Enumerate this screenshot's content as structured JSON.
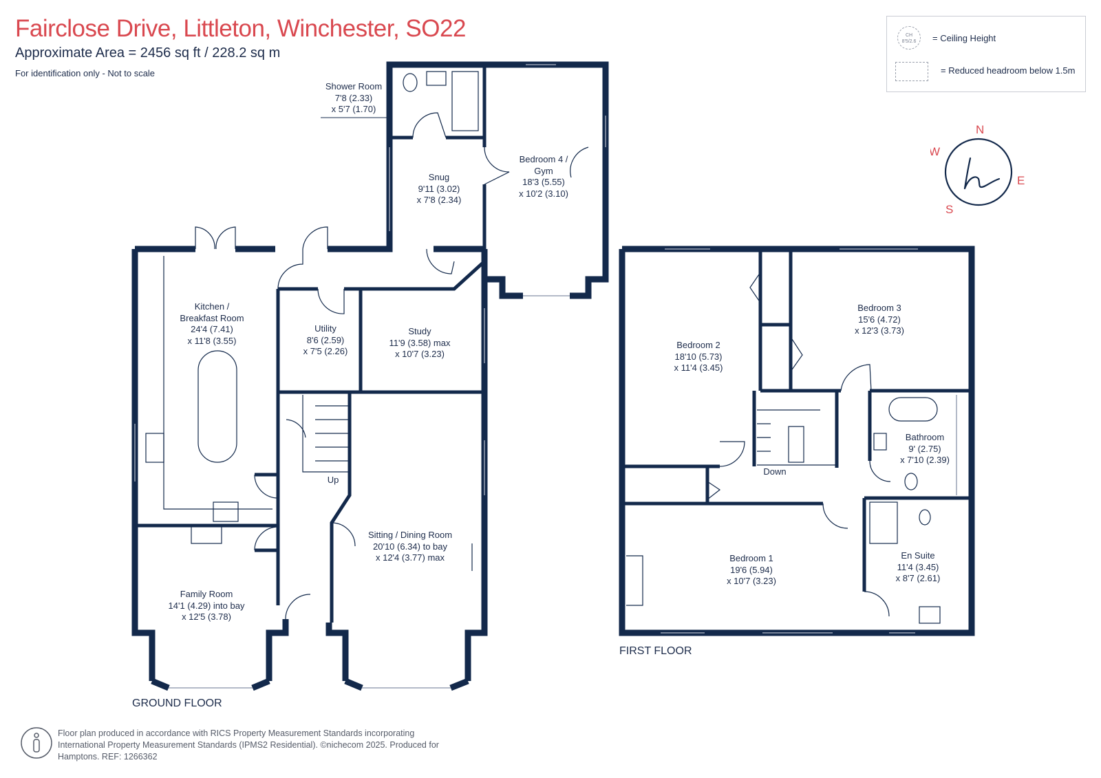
{
  "header": {
    "title": "Fairclose Drive, Littleton, Winchester, SO22",
    "area": "Approximate Area = 2456 sq ft / 228.2 sq m",
    "identification": "For identification only - Not to scale"
  },
  "legend": {
    "ceiling_icon_text": "CH 8'5/2.6",
    "ceiling_label": "= Ceiling Height",
    "reduced_label": "= Reduced headroom below 1.5m"
  },
  "compass": {
    "n": "N",
    "e": "E",
    "s": "S",
    "w": "W",
    "logo": "h"
  },
  "floors": {
    "ground": "GROUND FLOOR",
    "first": "FIRST FLOOR"
  },
  "rooms": {
    "shower": {
      "name": "Shower Room",
      "dim1": "7'8 (2.33)",
      "dim2": "x 5'7 (1.70)"
    },
    "snug": {
      "name": "Snug",
      "dim1": "9'11 (3.02)",
      "dim2": "x 7'8 (2.34)"
    },
    "bedroom4": {
      "name": "Bedroom 4 /",
      "name2": "Gym",
      "dim1": "18'3 (5.55)",
      "dim2": "x 10'2 (3.10)"
    },
    "kitchen": {
      "name": "Kitchen /",
      "name2": "Breakfast Room",
      "dim1": "24'4 (7.41)",
      "dim2": "x 11'8 (3.55)"
    },
    "utility": {
      "name": "Utility",
      "dim1": "8'6 (2.59)",
      "dim2": "x 7'5 (2.26)"
    },
    "study": {
      "name": "Study",
      "dim1": "11'9 (3.58) max",
      "dim2": "x 10'7 (3.23)"
    },
    "sitting": {
      "name": "Sitting / Dining Room",
      "dim1": "20'10 (6.34) to bay",
      "dim2": "x 12'4 (3.77) max"
    },
    "family": {
      "name": "Family Room",
      "dim1": "14'1 (4.29) into bay",
      "dim2": "x 12'5 (3.78)"
    },
    "bedroom2": {
      "name": "Bedroom 2",
      "dim1": "18'10 (5.73)",
      "dim2": "x 11'4 (3.45)"
    },
    "bedroom3": {
      "name": "Bedroom 3",
      "dim1": "15'6 (4.72)",
      "dim2": "x 12'3 (3.73)"
    },
    "bathroom": {
      "name": "Bathroom",
      "dim1": "9' (2.75)",
      "dim2": "x 7'10 (2.39)"
    },
    "bedroom1": {
      "name": "Bedroom 1",
      "dim1": "19'6 (5.94)",
      "dim2": "x 10'7 (3.23)"
    },
    "ensuite": {
      "name": "En Suite",
      "dim1": "11'4 (3.45)",
      "dim2": "x 8'7 (2.61)"
    }
  },
  "stairs": {
    "up": "Up",
    "down": "Down"
  },
  "footer": {
    "line1": "Floor plan produced in accordance with RICS Property Measurement Standards incorporating",
    "line2": "International Property Measurement Standards (IPMS2 Residential). ©nichecom 2025. Produced for",
    "line3": "Hamptons. REF: 1266362"
  },
  "colors": {
    "wall": "#13294b",
    "title": "#d9484f",
    "text": "#1c2b4a",
    "accent": "#d9484f"
  }
}
